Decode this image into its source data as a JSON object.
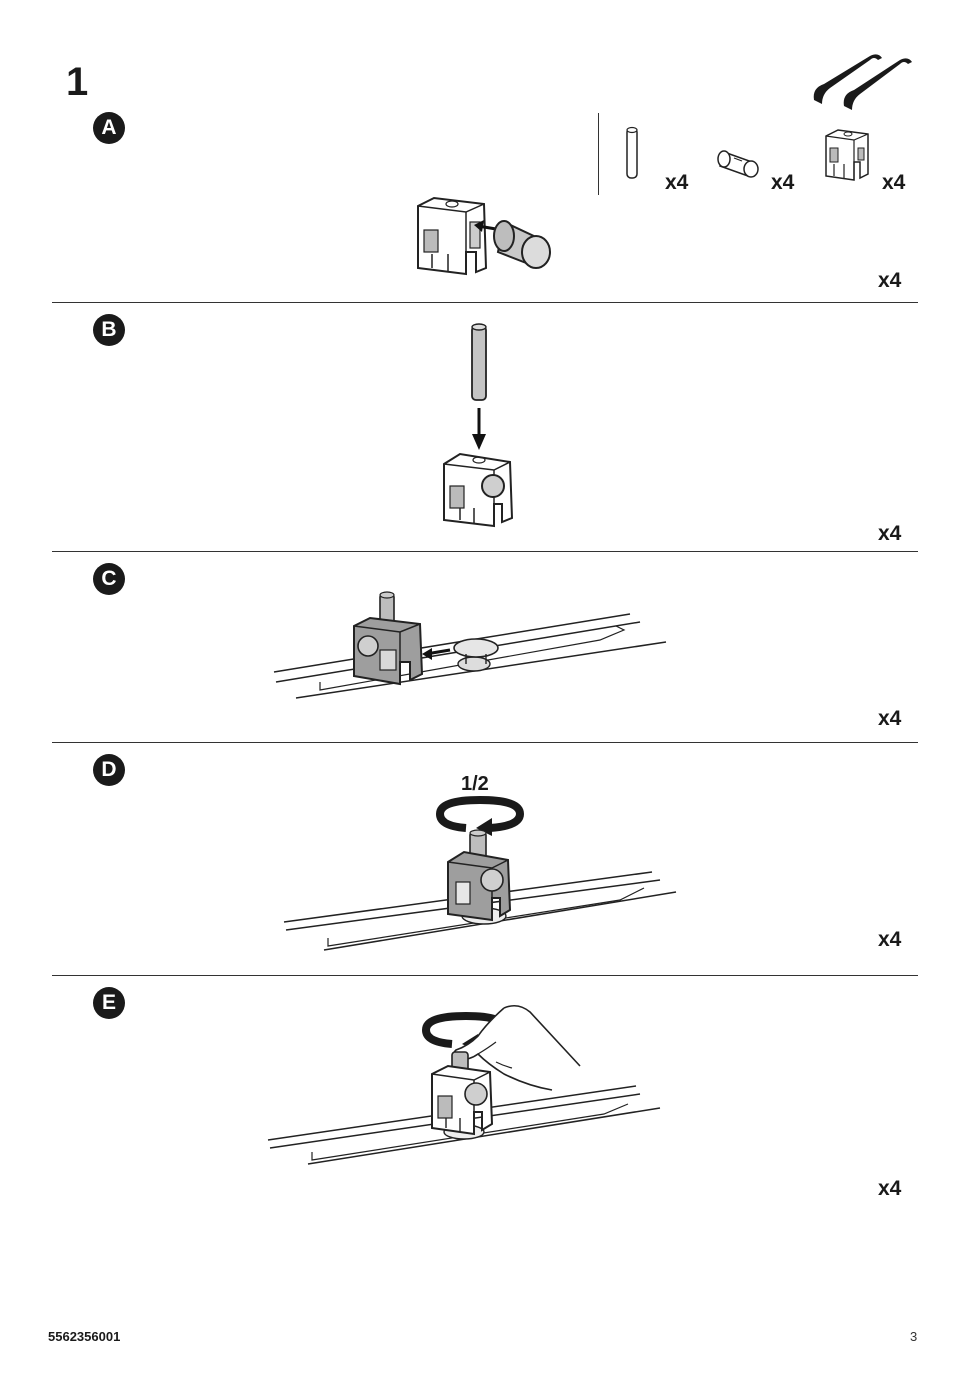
{
  "step": {
    "number": "1"
  },
  "parts": [
    {
      "icon": "pin-icon",
      "qty": "x4"
    },
    {
      "icon": "cam-nut-icon",
      "qty": "x4"
    },
    {
      "icon": "bracket-icon",
      "qty": "x4"
    }
  ],
  "substeps": [
    {
      "letter": "A",
      "qty": "x4"
    },
    {
      "letter": "B",
      "qty": "x4"
    },
    {
      "letter": "C",
      "qty": "x4"
    },
    {
      "letter": "D",
      "qty": "x4",
      "rotation": "1/2"
    },
    {
      "letter": "E",
      "qty": "x4"
    }
  ],
  "footer": {
    "code": "5562356001",
    "page": "3"
  }
}
